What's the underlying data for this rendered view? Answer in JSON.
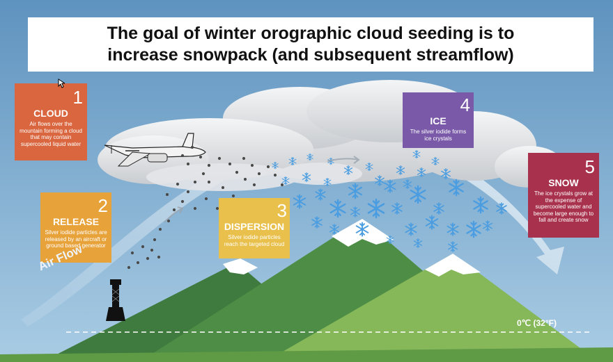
{
  "title": {
    "line1": "The goal of winter orographic cloud seeding is to",
    "line2": "increase snowpack (and subsequent streamflow)"
  },
  "steps": [
    {
      "number": "1",
      "heading": "CLOUD",
      "text": "Air flows over the mountain forming a cloud that may contain supercooled liquid water",
      "color": "#d9663e"
    },
    {
      "number": "2",
      "heading": "RELEASE",
      "text": "Silver iodide particles are released by an aircraft or ground based generator",
      "color": "#e7a23a"
    },
    {
      "number": "3",
      "heading": "DISPERSION",
      "text": "Silver iodide particles reach the targeted cloud",
      "color": "#e9c04b"
    },
    {
      "number": "4",
      "heading": "ICE",
      "text": "The silver iodide forms ice crystals",
      "color": "#7a5aa8"
    },
    {
      "number": "5",
      "heading": "SNOW",
      "text": "The ice crystals grow at the expense of supercooled water and become large enough to fall and create snow",
      "color": "#a8324d"
    }
  ],
  "labels": {
    "air_flow": "Air Flow",
    "freezing_level": "0℃ (32°F)"
  },
  "colors": {
    "sky": "#6f9fc4",
    "mountain_dark": "#3f7a3e",
    "mountain_mid": "#5a9a4a",
    "mountain_light": "#86b85a",
    "snowflake": "#4a9de0",
    "cloud": "#eceef1"
  },
  "icons": [
    "airplane-icon",
    "ground-generator-icon",
    "snowflake-icon",
    "cursor-icon"
  ]
}
